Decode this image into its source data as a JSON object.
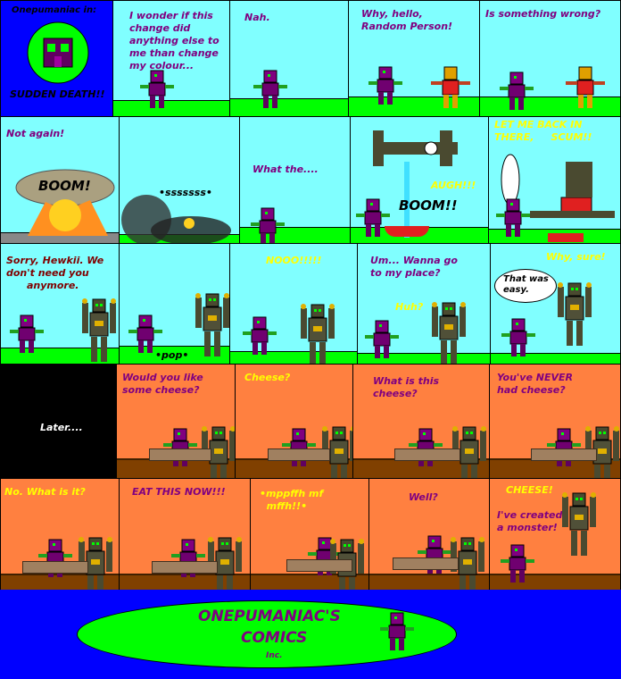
{
  "colors": {
    "sky": "#80ffff",
    "grass": "#00ff00",
    "wall": "#ff8040",
    "floor": "#804000",
    "title_bg": "#0000ff",
    "purple_text": "#800080",
    "yellow_text": "#ffff00"
  },
  "title_panel": {
    "header": "Onepumaniac in:",
    "title": "SUDDEN DEATH!!",
    "icon": "purple-mask-icon"
  },
  "row1": [
    "I wonder if this\nchange did\nanything else to\nme than change\nmy colour...",
    "Nah.",
    "Why, hello,\nRandom Person!",
    "Is something wrong?"
  ],
  "row2": {
    "p1": "Not again!",
    "p1_sfx": "BOOM!",
    "p2": "•sssssss•",
    "p3": "What the....",
    "p4_yell": "AUGH!!!",
    "p4_sfx": "BOOM!!",
    "p5": "LET ME BACK IN\nTHERE,     SCUM!!"
  },
  "row3": {
    "p1": "Sorry, Hewkii. We\ndon't need you\n      anymore.",
    "p2": "•pop•",
    "p3": "NOOO!!!!!",
    "p4": "Um... Wanna go\nto my place?",
    "p4_b": "Huh?",
    "p5_thought": "That was\neasy.",
    "p5": "Why, sure!"
  },
  "row4": {
    "later": "Later....",
    "p2": "Would you like\nsome cheese?",
    "p3": "Cheese?",
    "p4": "What is this\ncheese?",
    "p5": "You've NEVER\nhad cheese?"
  },
  "row5": {
    "p1": "No. What is it?",
    "p2": "EAT THIS NOW!!!",
    "p3": "•mppffh mf\n  mffh!!•",
    "p4": "Well?",
    "p5": "CHEESE!",
    "p5_b": "I've created\na monster!"
  },
  "footer": {
    "line1": "ONEPUMANIAC'S",
    "line2": "COMICS",
    "line3": "Inc."
  }
}
